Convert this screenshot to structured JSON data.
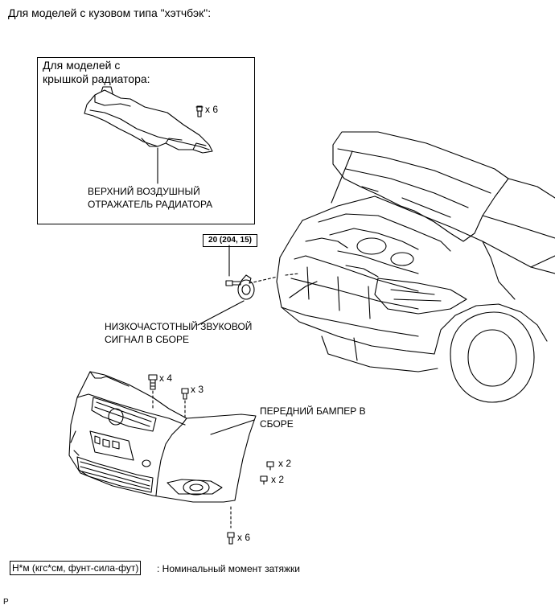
{
  "header": {
    "title": "Для моделей с кузовом типа \"хэтчбэк\":"
  },
  "inset": {
    "title_line1": "Для моделей с",
    "title_line2": "крышкой радиатора:",
    "clip_qty": "x 6",
    "part_line1": "ВЕРХНИЙ ВОЗДУШНЫЙ",
    "part_line2": "ОТРАЖАТЕЛЬ РАДИАТОРА"
  },
  "torque": {
    "value": "20 (204, 15)"
  },
  "horn": {
    "label_line1": "НИЗКОЧАСТОТНЫЙ ЗВУКОВОЙ",
    "label_line2": "СИГНАЛ В СБОРЕ"
  },
  "bumper": {
    "label_line1": "ПЕРЕДНИЙ БАМПЕР В",
    "label_line2": "СБОРЕ",
    "qty_top_bolts": "x 4",
    "qty_top_clips": "x 3",
    "qty_side_1": "x 2",
    "qty_side_2": "x 2",
    "qty_bottom": "x 6"
  },
  "legend": {
    "unit_box": "Н*м (кгс*см, фунт-сила-фут)",
    "description": ": Номинальный момент затяжки"
  },
  "footer": {
    "code": "P"
  }
}
